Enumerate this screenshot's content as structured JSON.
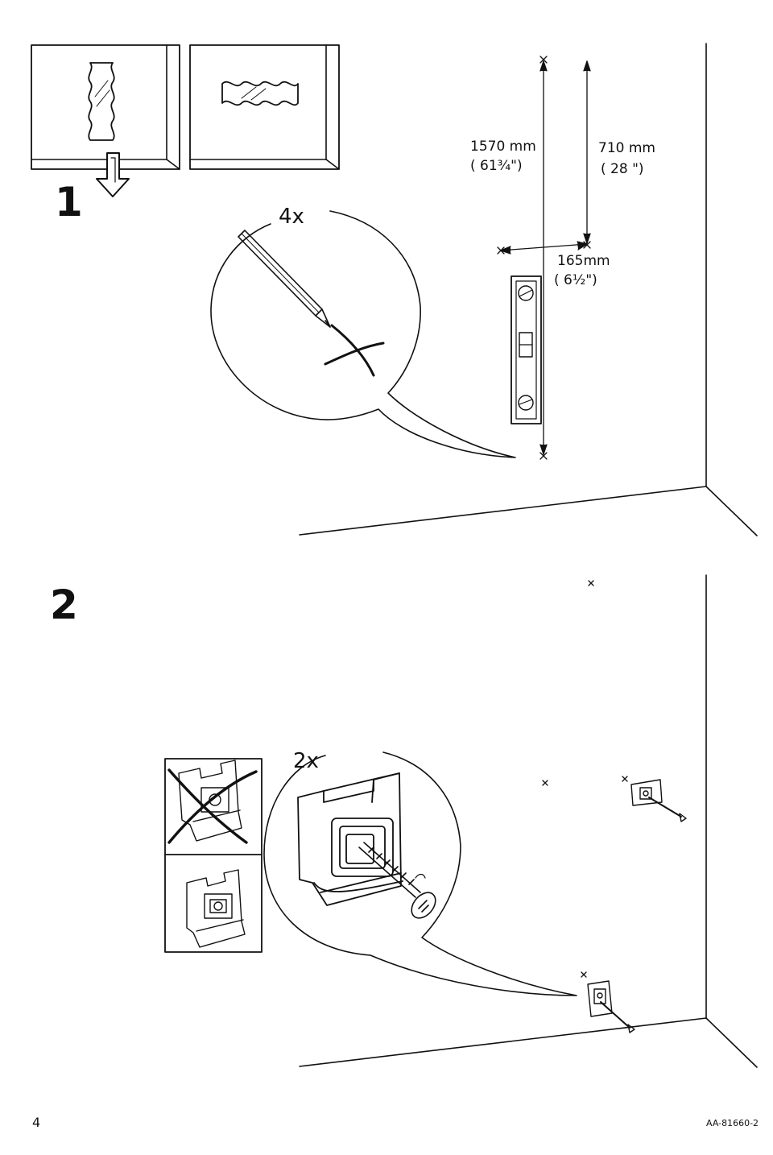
{
  "page_number": "4",
  "document_code": "AA-81660-2",
  "step1": {
    "number": "1",
    "quantity": "4x",
    "dim_height": {
      "metric": "1570 mm",
      "imperial": "( 61³⁄₄\")"
    },
    "dim_width": {
      "metric": "710 mm",
      "imperial": "( 28 \")"
    },
    "dim_offset": {
      "metric": "165mm",
      "imperial": "( 6¹⁄₂\")"
    }
  },
  "step2": {
    "number": "2",
    "quantity": "2x"
  },
  "icons": [
    "peel-off-film-icon",
    "pencil-icon",
    "cross-mark-icon",
    "spirit-level-icon",
    "wall-bracket-icon",
    "screw-icon",
    "incorrect-bracket-icon",
    "correct-bracket-icon"
  ]
}
